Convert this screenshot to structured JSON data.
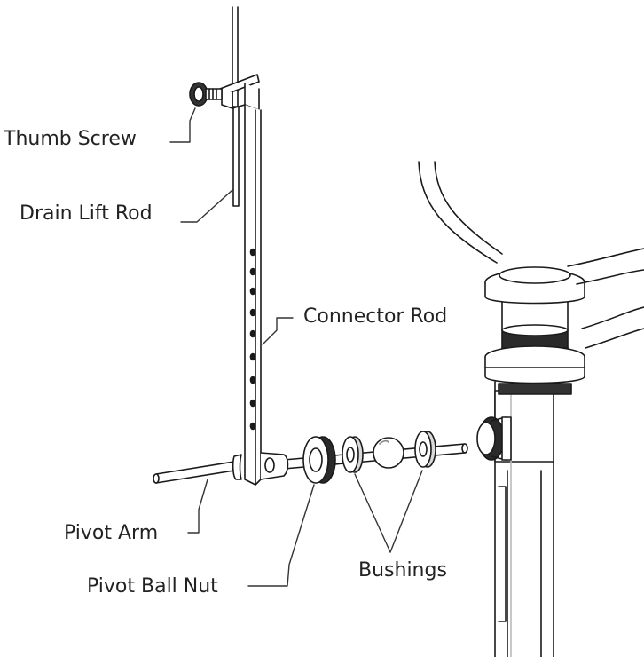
{
  "diagram": {
    "colors": {
      "line": "#1a1a1a",
      "text": "#222222",
      "part_fill": "#ffffff",
      "dark": "#2a2a2a",
      "shade": "#d9d9d9"
    },
    "labels": {
      "thumb_screw": "Thumb Screw",
      "drain_lift_rod": "Drain Lift Rod",
      "connector_rod": "Connector Rod",
      "pivot_arm": "Pivot Arm",
      "pivot_ball_nut": "Pivot Ball Nut",
      "bushings": "Bushings"
    }
  }
}
